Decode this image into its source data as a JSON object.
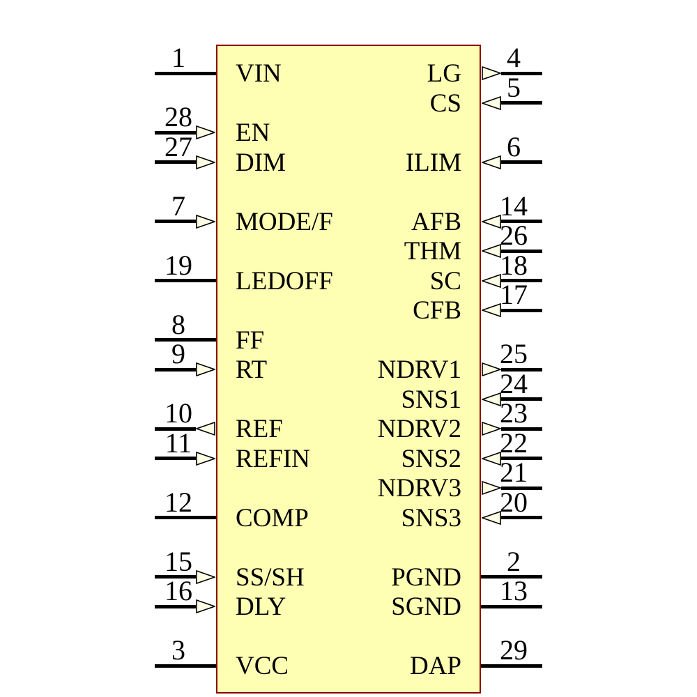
{
  "diagram": {
    "kind": "ic-schematic-symbol",
    "colors": {
      "body_fill": "#FFFFB3",
      "body_border": "#8B0000",
      "arrow_fill": "#FFFFE6",
      "line": "#000000",
      "text": "#000000",
      "background": "#FFFFFF"
    },
    "pins": {
      "left": [
        {
          "number": "1",
          "name": "VIN",
          "row": 0,
          "dir": "none"
        },
        {
          "number": "28",
          "name": "EN",
          "row": 2,
          "dir": "in"
        },
        {
          "number": "27",
          "name": "DIM",
          "row": 3,
          "dir": "in"
        },
        {
          "number": "7",
          "name": "MODE/F",
          "row": 5,
          "dir": "in"
        },
        {
          "number": "19",
          "name": "LEDOFF",
          "row": 7,
          "dir": "none"
        },
        {
          "number": "8",
          "name": "FF",
          "row": 9,
          "dir": "none"
        },
        {
          "number": "9",
          "name": "RT",
          "row": 10,
          "dir": "in"
        },
        {
          "number": "10",
          "name": "REF",
          "row": 12,
          "dir": "out"
        },
        {
          "number": "11",
          "name": "REFIN",
          "row": 13,
          "dir": "in"
        },
        {
          "number": "12",
          "name": "COMP",
          "row": 15,
          "dir": "none"
        },
        {
          "number": "15",
          "name": "SS/SH",
          "row": 17,
          "dir": "in"
        },
        {
          "number": "16",
          "name": "DLY",
          "row": 18,
          "dir": "in"
        },
        {
          "number": "3",
          "name": "VCC",
          "row": 20,
          "dir": "none"
        }
      ],
      "right": [
        {
          "number": "4",
          "name": "LG",
          "row": 0,
          "dir": "out"
        },
        {
          "number": "5",
          "name": "CS",
          "row": 1,
          "dir": "in"
        },
        {
          "number": "6",
          "name": "ILIM",
          "row": 3,
          "dir": "in"
        },
        {
          "number": "14",
          "name": "AFB",
          "row": 5,
          "dir": "in"
        },
        {
          "number": "26",
          "name": "THM",
          "row": 6,
          "dir": "in"
        },
        {
          "number": "18",
          "name": "SC",
          "row": 7,
          "dir": "in"
        },
        {
          "number": "17",
          "name": "CFB",
          "row": 8,
          "dir": "in"
        },
        {
          "number": "25",
          "name": "NDRV1",
          "row": 10,
          "dir": "out"
        },
        {
          "number": "24",
          "name": "SNS1",
          "row": 11,
          "dir": "in"
        },
        {
          "number": "23",
          "name": "NDRV2",
          "row": 12,
          "dir": "out"
        },
        {
          "number": "22",
          "name": "SNS2",
          "row": 13,
          "dir": "in"
        },
        {
          "number": "21",
          "name": "NDRV3",
          "row": 14,
          "dir": "out"
        },
        {
          "number": "20",
          "name": "SNS3",
          "row": 15,
          "dir": "in"
        },
        {
          "number": "2",
          "name": "PGND",
          "row": 17,
          "dir": "none"
        },
        {
          "number": "13",
          "name": "SGND",
          "row": 18,
          "dir": "none"
        },
        {
          "number": "29",
          "name": "DAP",
          "row": 20,
          "dir": "none"
        }
      ]
    }
  }
}
